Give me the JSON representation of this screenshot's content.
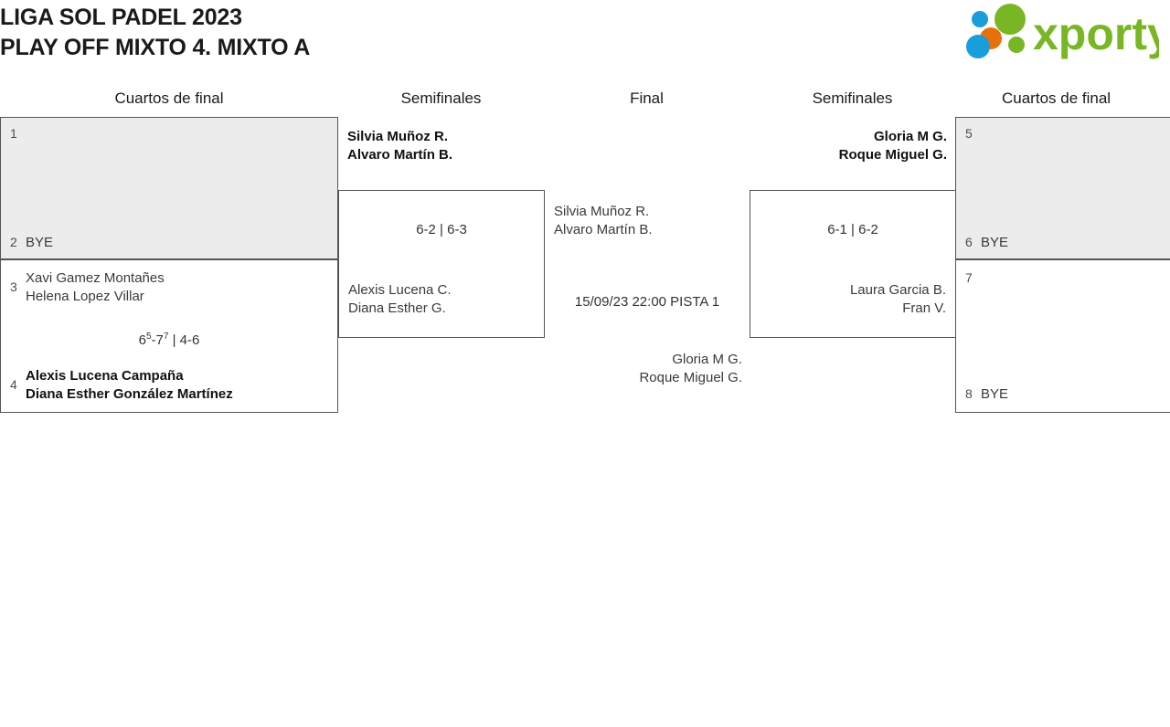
{
  "header": {
    "title_line1": "LIGA SOL PADEL 2023",
    "title_line2": "PLAY OFF MIXTO 4. MIXTO A",
    "logo_text": "xporty",
    "logo_colors": {
      "green": "#79b626",
      "orange": "#e8700a",
      "blue": "#1a9ddb"
    }
  },
  "columns": [
    {
      "label": "Cuartos de final"
    },
    {
      "label": "Semifinales"
    },
    {
      "label": "Final"
    },
    {
      "label": "Semifinales"
    },
    {
      "label": "Cuartos de final"
    }
  ],
  "left_quarterfinals": [
    {
      "shaded": true,
      "top": {
        "seed": "1",
        "lines": [],
        "winner": false,
        "bye": ""
      },
      "bottom": {
        "seed": "2",
        "lines": [],
        "winner": false,
        "bye": "BYE"
      },
      "score": ""
    },
    {
      "shaded": false,
      "top": {
        "seed": "3",
        "lines": [
          "Xavi Gamez Montañes",
          "Helena Lopez Villar"
        ],
        "winner": false,
        "bye": ""
      },
      "bottom": {
        "seed": "4",
        "lines": [
          "Alexis Lucena Campaña",
          "Diana Esther González Martínez"
        ],
        "winner": true,
        "bye": ""
      },
      "score_html": "6<sup>5</sup>-7<sup>7</sup> | 4-6"
    }
  ],
  "left_semifinal": {
    "top": {
      "lines": [
        "Silvia Muñoz R.",
        "Alvaro Martín B."
      ],
      "winner": true
    },
    "bottom": {
      "lines": [
        "Alexis Lucena C.",
        "Diana Esther G."
      ],
      "winner": false
    },
    "score": "6-2 | 6-3"
  },
  "final": {
    "top": {
      "lines": [
        "Silvia Muñoz R.",
        "Alvaro Martín B."
      ],
      "winner": false
    },
    "bottom": {
      "lines": [
        "Gloria M G.",
        "Roque Miguel G."
      ],
      "winner": false
    },
    "score": "15/09/23 22:00 PISTA 1"
  },
  "right_semifinal": {
    "top": {
      "lines": [
        "Gloria M G.",
        "Roque Miguel G."
      ],
      "winner": true
    },
    "bottom": {
      "lines": [
        "Laura Garcia B.",
        "Fran V."
      ],
      "winner": false
    },
    "score": "6-1 | 6-2"
  },
  "right_quarterfinals": [
    {
      "shaded": true,
      "top": {
        "seed": "5",
        "lines": [],
        "winner": false,
        "bye": ""
      },
      "bottom": {
        "seed": "6",
        "lines": [],
        "winner": false,
        "bye": "BYE"
      },
      "score": ""
    },
    {
      "shaded": false,
      "top": {
        "seed": "7",
        "lines": [],
        "winner": false,
        "bye": ""
      },
      "bottom": {
        "seed": "8",
        "lines": [],
        "winner": false,
        "bye": "BYE"
      },
      "score": ""
    }
  ]
}
